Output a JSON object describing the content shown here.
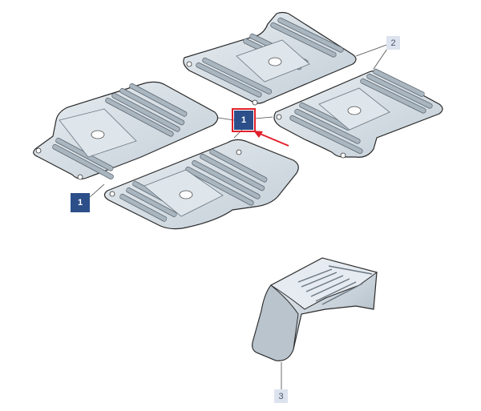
{
  "callouts": {
    "front_left_mat": "1",
    "front_right_mat": "1",
    "rear_mats": "2",
    "tunnel_mat": "3"
  },
  "selected_callout": "front_right_mat",
  "colors": {
    "mat_fill": "#d4dde4",
    "mat_stroke": "#2a2a2a",
    "rib_fill": "#a7b3bd",
    "callout_dark": "#2c4f8a",
    "callout_light": "#dde3ee",
    "highlight": "#e0202a"
  }
}
